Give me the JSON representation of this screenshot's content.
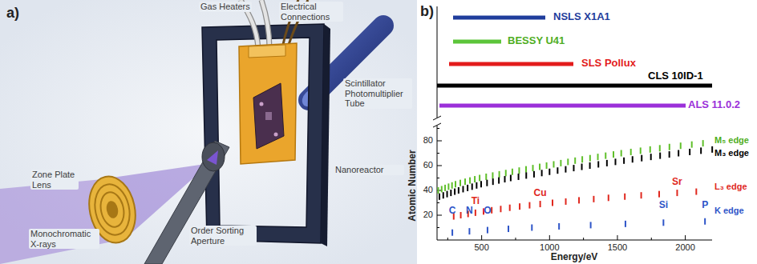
{
  "diagram": {
    "labels": [
      "a)",
      "Gas Heaters",
      "Electrical Connections",
      "Scintillator Photomultiplier Tube",
      "Zone Plate Lens",
      "Nanoreactor",
      "Monochromatic X-rays",
      "Order Sorting Aperture",
      "b)",
      "NSLS X1A1",
      "BESSY U41",
      "SLS Pollux",
      "CLS 10ID-1",
      "ALS 11.0.2",
      "C",
      "N",
      "O",
      "Ti",
      "Cu",
      "Sr",
      "Si",
      "P",
      "M₅ edge",
      "M₃ edge",
      "L₃ edge",
      "K edge",
      "20",
      "40",
      "60",
      "80",
      "500",
      "1000",
      "1500",
      "2000",
      "Atomic Number",
      "Energy/eV"
    ]
  }
}
